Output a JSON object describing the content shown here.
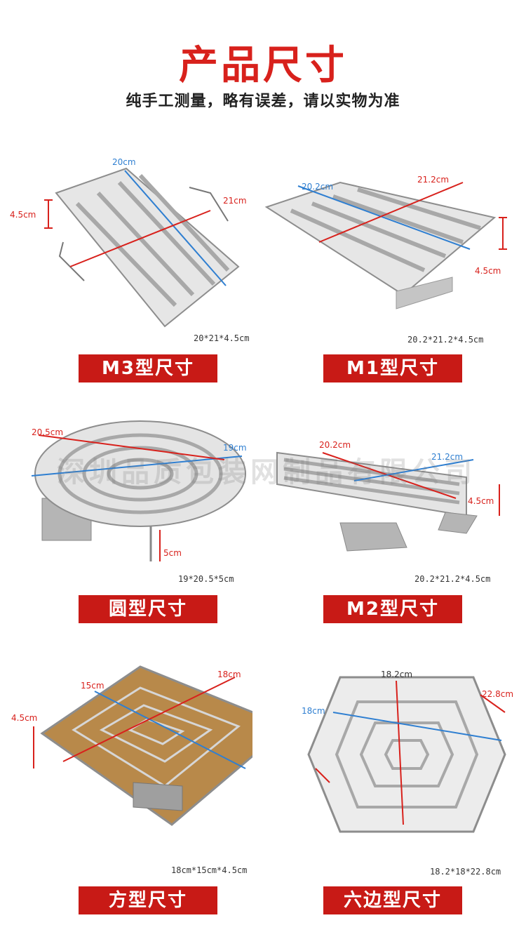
{
  "header": {
    "title": "产品尺寸",
    "subtitle": "纯手工测量，略有误差，请以实物为准"
  },
  "watermark": "深圳品质包装网制品有限公司",
  "products": [
    {
      "name_label": "M3型尺寸",
      "total": "20*21*4.5cm",
      "dims": {
        "a": "20cm",
        "b": "21cm",
        "h": "4.5cm"
      }
    },
    {
      "name_label": "M1型尺寸",
      "total": "20.2*21.2*4.5cm",
      "dims": {
        "a": "20.2cm",
        "b": "21.2cm",
        "h": "4.5cm"
      }
    },
    {
      "name_label": "圆型尺寸",
      "total": "19*20.5*5cm",
      "dims": {
        "a": "20.5cm",
        "b": "19cm",
        "h": "5cm"
      }
    },
    {
      "name_label": "M2型尺寸",
      "total": "20.2*21.2*4.5cm",
      "dims": {
        "a": "20.2cm",
        "b": "21.2cm",
        "h": "4.5cm"
      }
    },
    {
      "name_label": "方型尺寸",
      "total": "18cm*15cm*4.5cm",
      "dims": {
        "a": "15cm",
        "b": "18cm",
        "h": "4.5cm"
      }
    },
    {
      "name_label": "六边型尺寸",
      "total": "18.2*18*22.8cm",
      "dims": {
        "a": "18.2cm",
        "b": "22.8cm",
        "h": "18cm"
      }
    }
  ],
  "colors": {
    "accent": "#c81a16",
    "dimension_red": "#d8211c",
    "dimension_blue": "#2f7fd1"
  }
}
